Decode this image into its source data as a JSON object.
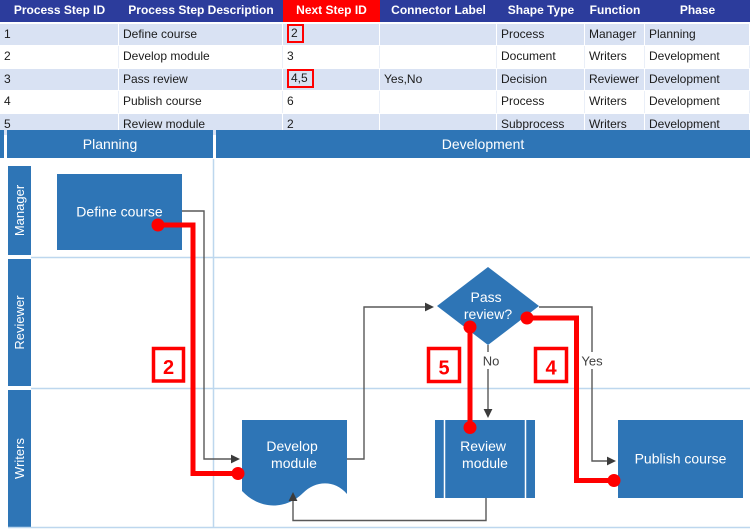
{
  "table": {
    "columns": [
      {
        "label": "Process Step ID",
        "highlight": false
      },
      {
        "label": "Process Step Description",
        "highlight": false
      },
      {
        "label": "Next Step ID",
        "highlight": true
      },
      {
        "label": "Connector Label",
        "highlight": false
      },
      {
        "label": "Shape Type",
        "highlight": false
      },
      {
        "label": "Function",
        "highlight": false
      },
      {
        "label": "Phase",
        "highlight": false
      }
    ],
    "rows": [
      {
        "cells": [
          "1",
          "Define course",
          "2",
          "",
          "Process",
          "Manager",
          "Planning"
        ],
        "shaded": true,
        "outlined_cell": 2
      },
      {
        "cells": [
          "2",
          "Develop module",
          "3",
          "",
          "Document",
          "Writers",
          "Development"
        ],
        "shaded": false,
        "outlined_cell": null
      },
      {
        "cells": [
          "3",
          "Pass review",
          "4,5",
          "Yes,No",
          "Decision",
          "Reviewer",
          "Development"
        ],
        "shaded": true,
        "outlined_cell": 2
      },
      {
        "cells": [
          "4",
          "Publish course",
          "6",
          "",
          "Process",
          "Writers",
          "Development"
        ],
        "shaded": false,
        "outlined_cell": null
      },
      {
        "cells": [
          "5",
          "Review module",
          "2",
          "",
          "Subprocess",
          "Writers",
          "Development"
        ],
        "shaded": true,
        "outlined_cell": null
      }
    ]
  },
  "flowchart": {
    "phases": [
      {
        "label": "Planning"
      },
      {
        "label": "Development"
      }
    ],
    "lanes": [
      {
        "label": "Manager"
      },
      {
        "label": "Reviewer"
      },
      {
        "label": "Writers"
      }
    ],
    "shapes": [
      {
        "id": "define-course",
        "type": "process",
        "lines": [
          "Define course",
          ""
        ]
      },
      {
        "id": "develop-module",
        "type": "document",
        "lines": [
          "Develop",
          "module"
        ]
      },
      {
        "id": "pass-review",
        "type": "decision",
        "lines": [
          "Pass",
          "review?"
        ]
      },
      {
        "id": "review-module",
        "type": "subprocess",
        "lines": [
          "Review",
          "module"
        ]
      },
      {
        "id": "publish-course",
        "type": "process",
        "lines": [
          "Publish course",
          ""
        ]
      }
    ],
    "connector_labels": {
      "no": "No",
      "yes": "Yes"
    },
    "annotations": [
      {
        "label": "2"
      },
      {
        "label": "5"
      },
      {
        "label": "4"
      }
    ]
  },
  "colors": {
    "table_header_bg": "#2c3c9c",
    "highlight_red": "#ff0000",
    "row_shaded": "#d9e2f3",
    "shape_blue": "#2e75b6",
    "lane_grid": "#bdd7ee",
    "connector_gray": "#595959",
    "label_gray": "#404040"
  }
}
